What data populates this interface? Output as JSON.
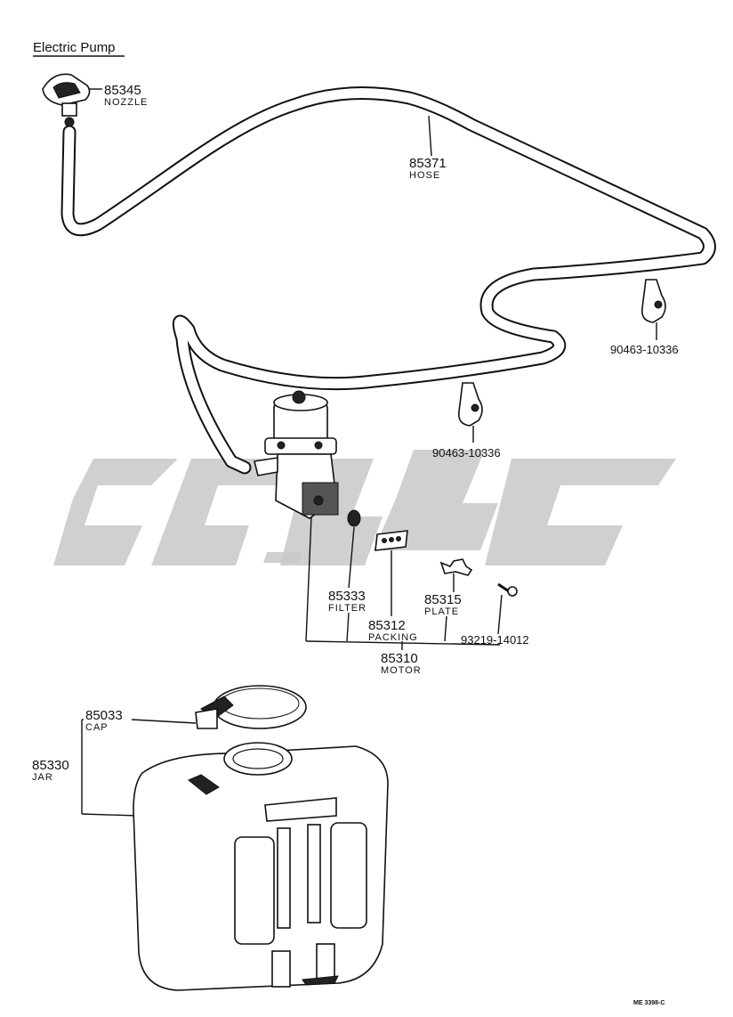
{
  "header": {
    "title": "Electric Pump"
  },
  "parts": [
    {
      "id": "nozzle",
      "number": "85345",
      "name": "NOZZLE"
    },
    {
      "id": "hose",
      "number": "85371",
      "name": "HOSE"
    },
    {
      "id": "clamp-upper",
      "number": "90463-10336",
      "name": ""
    },
    {
      "id": "clamp-lower",
      "number": "90463-10336",
      "name": ""
    },
    {
      "id": "filter",
      "number": "85333",
      "name": "FILTER"
    },
    {
      "id": "packing",
      "number": "85312",
      "name": "PACKING"
    },
    {
      "id": "plate",
      "number": "85315",
      "name": "PLATE"
    },
    {
      "id": "screw",
      "number": "93219-14012",
      "name": ""
    },
    {
      "id": "motor",
      "number": "85310",
      "name": "MOTOR"
    },
    {
      "id": "cap",
      "number": "85033",
      "name": "CAP"
    },
    {
      "id": "jar",
      "number": "85330",
      "name": "JAR"
    }
  ],
  "footer": {
    "drawing_code": "ME 3398-C"
  }
}
